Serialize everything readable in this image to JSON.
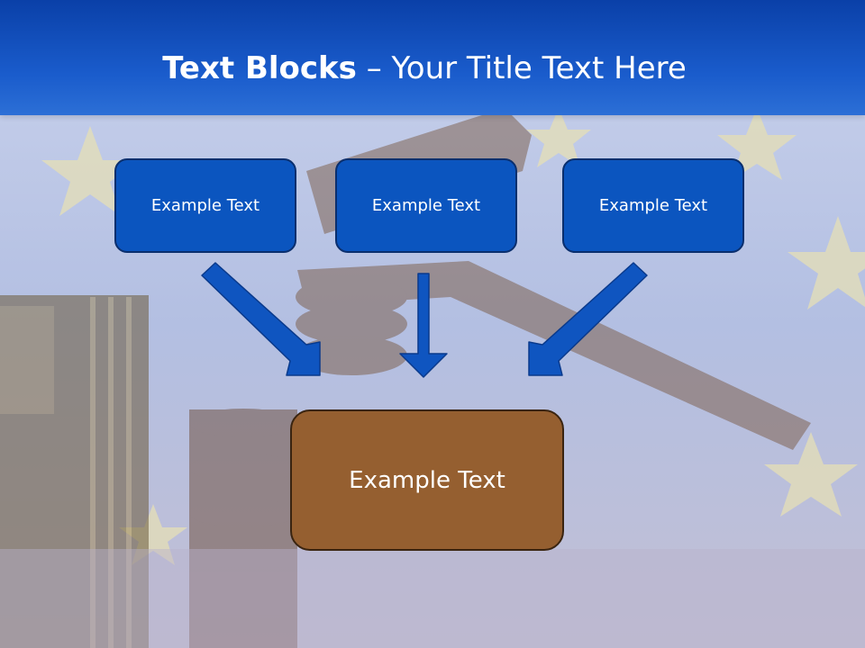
{
  "title": {
    "bold": "Text Blocks",
    "separator": " – ",
    "rest": "Your Title Text Here"
  },
  "blocks": {
    "top": [
      "Example Text",
      "Example Text",
      "Example Text"
    ],
    "bottom": "Example Text"
  },
  "colors": {
    "title_bar": "#1a5ccc",
    "top_box_fill": "#0b55bf",
    "bottom_box_fill": "#955f30",
    "arrow": "#0f55c0"
  }
}
